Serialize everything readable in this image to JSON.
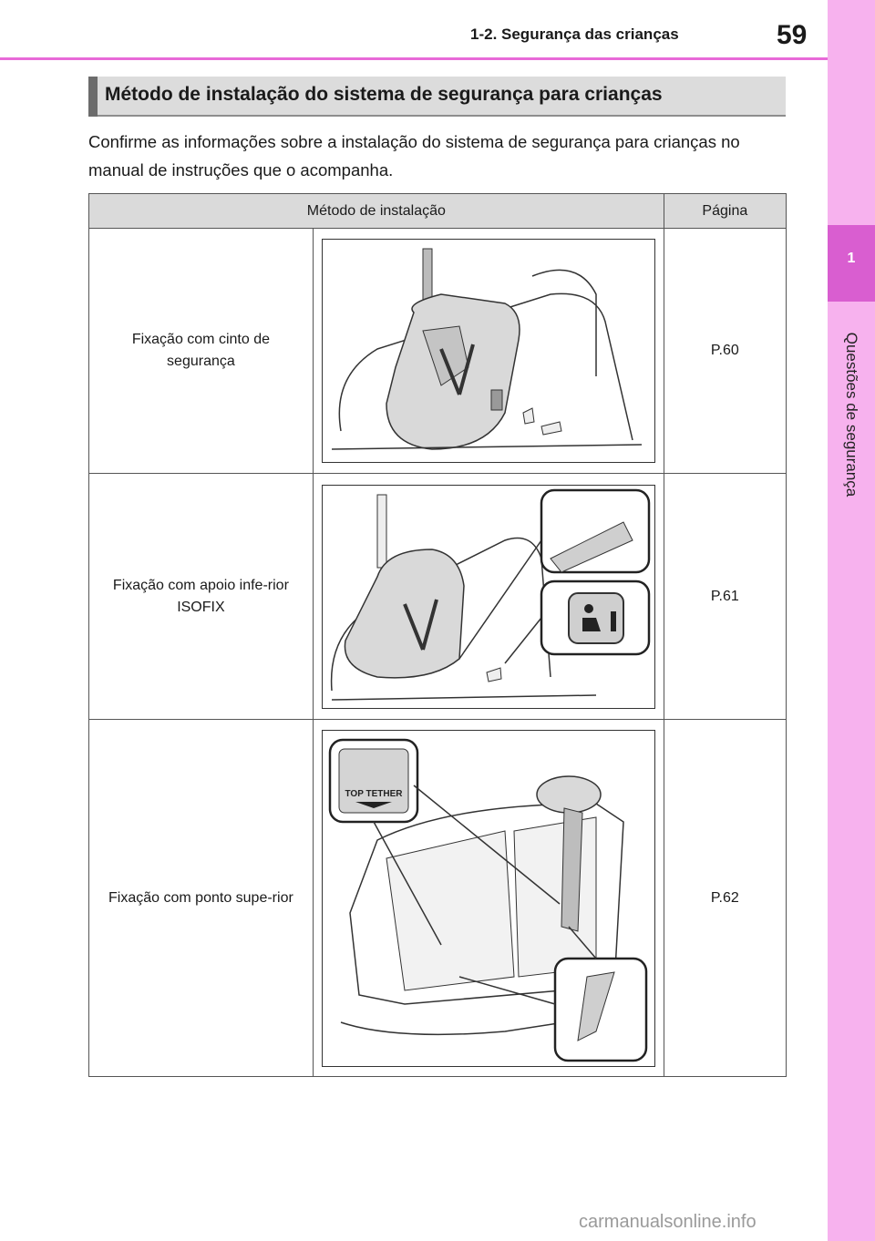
{
  "header": {
    "section_title": "1-2. Segurança das crianças",
    "page_number": "59"
  },
  "side_tab": {
    "number": "1",
    "label": "Questões de segurança"
  },
  "section_heading": "Método de instalação do sistema de segurança para crianças",
  "intro_text": "Confirme as informações sobre a instalação do sistema de segurança para crianças no manual de instruções que o acompanha.",
  "table": {
    "columns": [
      "Método de instalação",
      "Página"
    ],
    "rows": [
      {
        "method": "Fixação com cinto de segurança",
        "page": "P.60",
        "illustration": "seat-belt-child-seat-illustration"
      },
      {
        "method": "Fixação com apoio infe-rior ISOFIX",
        "page": "P.61",
        "illustration": "isofix-child-seat-illustration"
      },
      {
        "method": "Fixação com ponto supe-rior",
        "page": "P.62",
        "illustration": "top-tether-child-seat-illustration"
      }
    ]
  },
  "illustration_labels": {
    "top_tether": "TOP TETHER"
  },
  "footer": {
    "watermark": "carmanualsonline.info"
  }
}
